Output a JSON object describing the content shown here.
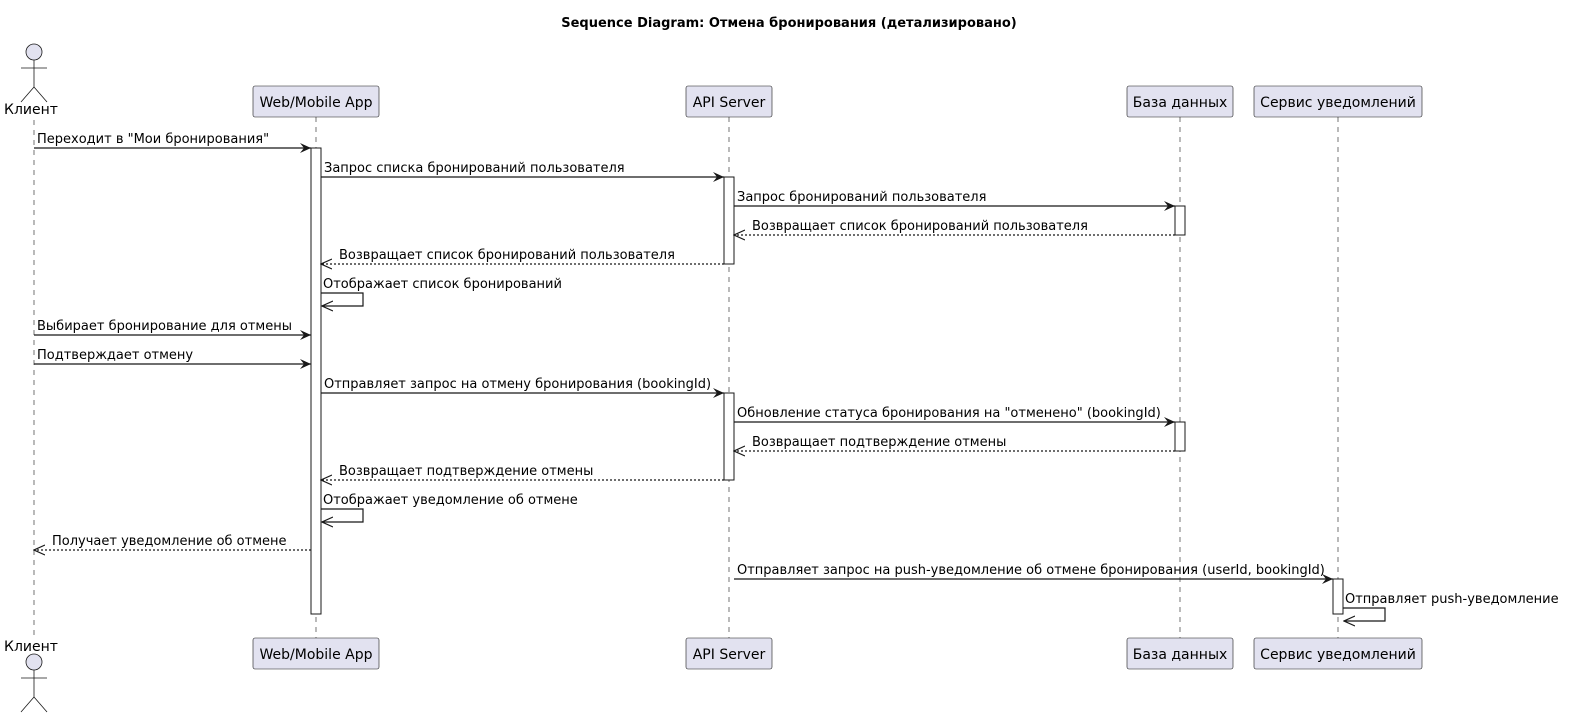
{
  "title": "Sequence Diagram: Отмена бронирования (детализировано)",
  "participants": [
    {
      "id": "client",
      "label": "Клиент",
      "kind": "actor"
    },
    {
      "id": "app",
      "label": "Web/Mobile App",
      "kind": "participant"
    },
    {
      "id": "api",
      "label": "API Server",
      "kind": "participant"
    },
    {
      "id": "db",
      "label": "База данных",
      "kind": "participant"
    },
    {
      "id": "notify",
      "label": "Сервис уведомлений",
      "kind": "participant"
    }
  ],
  "messages": [
    {
      "from": "client",
      "to": "app",
      "label": "Переходит в \"Мои бронирования\"",
      "type": "sync"
    },
    {
      "from": "app",
      "to": "api",
      "label": "Запрос списка бронирований пользователя",
      "type": "sync"
    },
    {
      "from": "api",
      "to": "db",
      "label": "Запрос бронирований пользователя",
      "type": "sync"
    },
    {
      "from": "db",
      "to": "api",
      "label": "Возвращает список бронирований пользователя",
      "type": "return"
    },
    {
      "from": "api",
      "to": "app",
      "label": "Возвращает список бронирований пользователя",
      "type": "return"
    },
    {
      "from": "app",
      "to": "app",
      "label": "Отображает список бронирований",
      "type": "self"
    },
    {
      "from": "client",
      "to": "app",
      "label": "Выбирает бронирование для отмены",
      "type": "sync"
    },
    {
      "from": "client",
      "to": "app",
      "label": "Подтверждает отмену",
      "type": "sync"
    },
    {
      "from": "app",
      "to": "api",
      "label": "Отправляет запрос на отмену бронирования (bookingId)",
      "type": "sync"
    },
    {
      "from": "api",
      "to": "db",
      "label": "Обновление статуса бронирования на \"отменено\" (bookingId)",
      "type": "sync"
    },
    {
      "from": "db",
      "to": "api",
      "label": "Возвращает подтверждение отмены",
      "type": "return"
    },
    {
      "from": "api",
      "to": "app",
      "label": "Возвращает подтверждение отмены",
      "type": "return"
    },
    {
      "from": "app",
      "to": "app",
      "label": "Отображает уведомление об отмене",
      "type": "self"
    },
    {
      "from": "app",
      "to": "client",
      "label": "Получает уведомление об отмене",
      "type": "return"
    },
    {
      "from": "api",
      "to": "notify",
      "label": "Отправляет запрос на push-уведомление об отмене бронирования (userId, bookingId)",
      "type": "sync"
    },
    {
      "from": "notify",
      "to": "notify",
      "label": "Отправляет push-уведомление",
      "type": "self"
    }
  ]
}
